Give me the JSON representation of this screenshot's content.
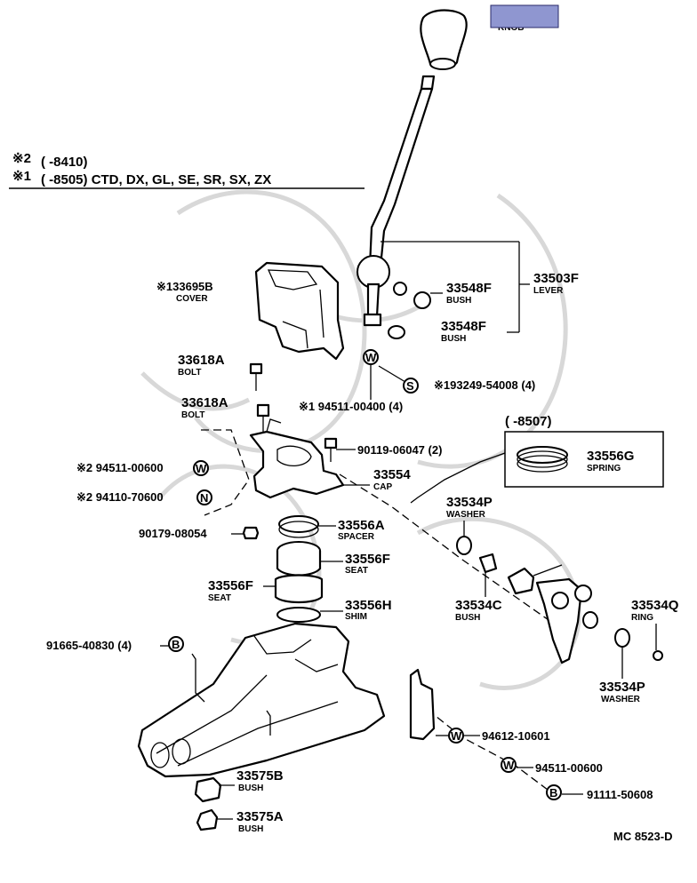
{
  "header": {
    "mark2": "※2",
    "mark2_range": "( -8410)",
    "mark1": "※1",
    "mark1_range": "( -8505) CTD, DX, GL, SE, SR, SX, ZX"
  },
  "knob_label_highlight": "#8f96d0",
  "knob_label": "KNOB",
  "parts": {
    "lever": {
      "number": "33503F",
      "name": "LEVER"
    },
    "bush_upper": {
      "number": "33548F",
      "name": "BUSH"
    },
    "bush_lower": {
      "number": "33548F",
      "name": "BUSH"
    },
    "cover": {
      "mark": "※1",
      "number": "33695B",
      "name": "COVER"
    },
    "bolt_1": {
      "number": "33618A",
      "name": "BOLT"
    },
    "bolt_2": {
      "number": "33618A",
      "name": "BOLT"
    },
    "washer_s": {
      "symbol": "S",
      "number": "※193249-54008 (4)"
    },
    "washer_w1": {
      "symbol": "W",
      "number": "※1 94511-00400 (4)"
    },
    "range_8507": "( -8507)",
    "spring": {
      "number": "33556G",
      "name": "SPRING"
    },
    "bolt_90119": {
      "number": "90119-06047 (2)"
    },
    "cap": {
      "number": "33554",
      "name": "CAP"
    },
    "washer_w2": {
      "symbol": "W",
      "number": "※2 94511-00600"
    },
    "nut_n2": {
      "symbol": "N",
      "number": "※2 94110-70600"
    },
    "washer_p1": {
      "number": "33534P",
      "name": "WASHER"
    },
    "nut_90179": {
      "number": "90179-08054"
    },
    "spacer": {
      "number": "33556A",
      "name": "SPACER"
    },
    "seat_right": {
      "number": "33556F",
      "name": "SEAT"
    },
    "seat_left": {
      "number": "33556F",
      "name": "SEAT"
    },
    "bush_c": {
      "number": "33534C",
      "name": "BUSH"
    },
    "ring": {
      "number": "33534Q",
      "name": "RING"
    },
    "shim": {
      "number": "33556H",
      "name": "SHIM"
    },
    "bolt_b1": {
      "symbol": "B",
      "number": "91665-40830 (4)"
    },
    "washer_p2": {
      "number": "33534P",
      "name": "WASHER"
    },
    "washer_94612": {
      "symbol": "W",
      "number": "94612-10601"
    },
    "washer_94511": {
      "symbol": "W",
      "number": "94511-00600"
    },
    "bolt_91111": {
      "symbol": "B",
      "number": "91111-50608"
    },
    "bush_b": {
      "number": "33575B",
      "name": "BUSH"
    },
    "bush_a": {
      "number": "33575A",
      "name": "BUSH"
    }
  },
  "diagram_code": "MC 8523-D"
}
